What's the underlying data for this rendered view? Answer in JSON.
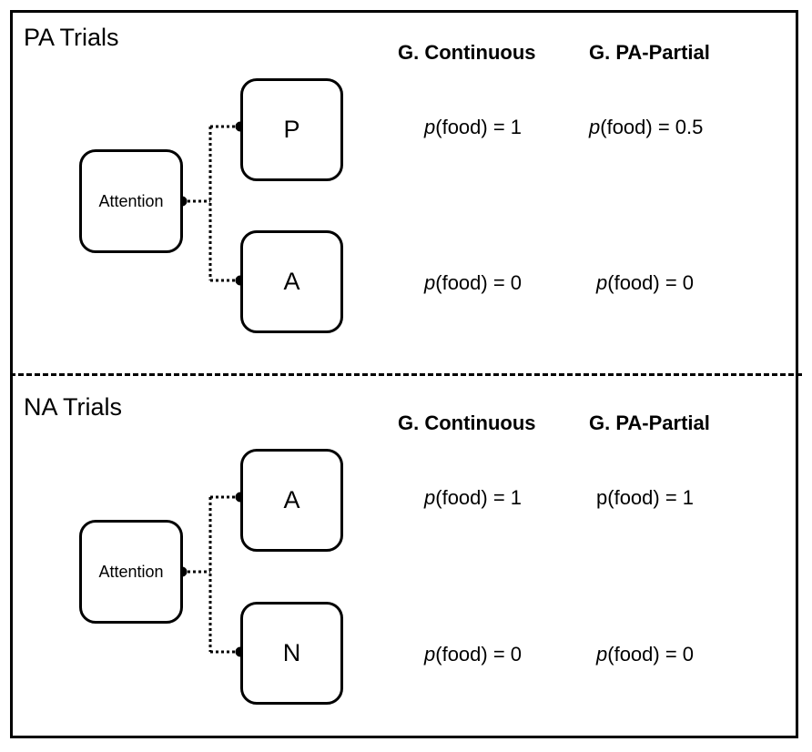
{
  "sections": [
    {
      "title": "PA Trials",
      "columns": [
        "G. Continuous",
        "G. PA-Partial"
      ],
      "attention_label": "Attention",
      "cues": [
        {
          "label": "P",
          "continuous": {
            "pre": "p",
            "post": "(food) = 1"
          },
          "partial": {
            "pre": "p",
            "post": "(food) = 0.5",
            "italic": true
          }
        },
        {
          "label": "A",
          "continuous": {
            "pre": "p",
            "post": "(food) = 0"
          },
          "partial": {
            "pre": "p",
            "post": "(food) = 0",
            "italic": true
          }
        }
      ]
    },
    {
      "title": "NA Trials",
      "columns": [
        "G. Continuous",
        "G. PA-Partial"
      ],
      "attention_label": "Attention",
      "cues": [
        {
          "label": "A",
          "continuous": {
            "pre": "p",
            "post": "(food) = 1"
          },
          "partial": {
            "pre": "p",
            "post": "(food) = 1",
            "italic": false
          }
        },
        {
          "label": "N",
          "continuous": {
            "pre": "p",
            "post": "(food) = 0"
          },
          "partial": {
            "pre": "p",
            "post": "(food) = 0",
            "italic": true
          }
        }
      ]
    }
  ]
}
